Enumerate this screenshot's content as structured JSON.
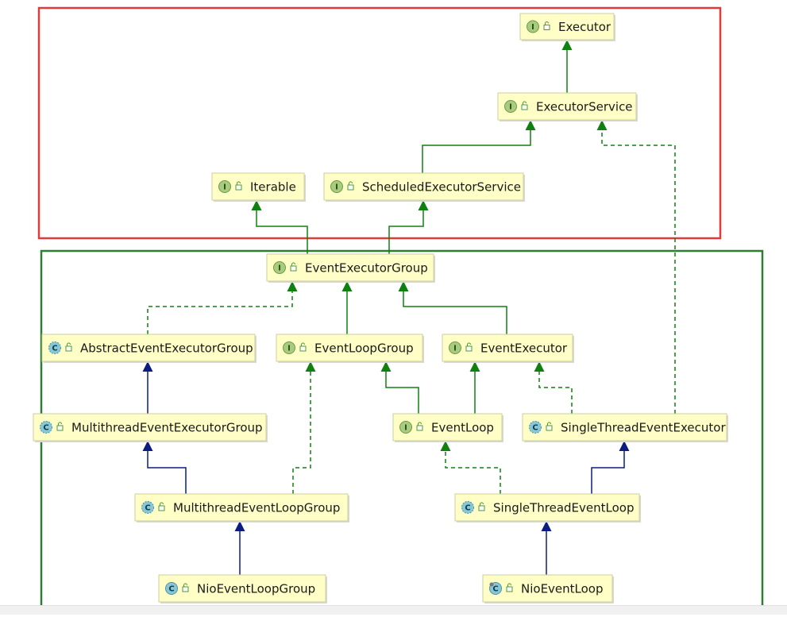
{
  "colors": {
    "interface_badge": "#a7cc7f",
    "class_badge": "#88c7d6",
    "node_fill": "#fefec6",
    "node_border": "#cfcfa0",
    "extends_line": "#108010",
    "implements_line": "#108010",
    "class_extends_line": "#0b1d80",
    "top_region_border": "#e03a3a",
    "bottom_region_border": "#2e7d32"
  },
  "nodes": [
    {
      "id": "executor",
      "label": "Executor",
      "kind": "interface",
      "badge": "I"
    },
    {
      "id": "executor_service",
      "label": "ExecutorService",
      "kind": "interface",
      "badge": "I"
    },
    {
      "id": "iterable",
      "label": "Iterable",
      "kind": "interface",
      "badge": "I"
    },
    {
      "id": "scheduled_executor_service",
      "label": "ScheduledExecutorService",
      "kind": "interface",
      "badge": "I"
    },
    {
      "id": "event_executor_group",
      "label": "EventExecutorGroup",
      "kind": "interface",
      "badge": "I"
    },
    {
      "id": "abstract_event_executor_group",
      "label": "AbstractEventExecutorGroup",
      "kind": "abstract-class",
      "badge": "C"
    },
    {
      "id": "event_loop_group",
      "label": "EventLoopGroup",
      "kind": "interface",
      "badge": "I"
    },
    {
      "id": "event_executor",
      "label": "EventExecutor",
      "kind": "interface",
      "badge": "I"
    },
    {
      "id": "multithread_event_executor_group",
      "label": "MultithreadEventExecutorGroup",
      "kind": "abstract-class",
      "badge": "C"
    },
    {
      "id": "event_loop",
      "label": "EventLoop",
      "kind": "interface",
      "badge": "I"
    },
    {
      "id": "single_thread_event_executor",
      "label": "SingleThreadEventExecutor",
      "kind": "abstract-class",
      "badge": "C"
    },
    {
      "id": "multithread_event_loop_group",
      "label": "MultithreadEventLoopGroup",
      "kind": "abstract-class",
      "badge": "C"
    },
    {
      "id": "single_thread_event_loop",
      "label": "SingleThreadEventLoop",
      "kind": "abstract-class",
      "badge": "C"
    },
    {
      "id": "nio_event_loop_group",
      "label": "NioEventLoopGroup",
      "kind": "class",
      "badge": "C"
    },
    {
      "id": "nio_event_loop",
      "label": "NioEventLoop",
      "kind": "final-class",
      "badge": "C"
    }
  ],
  "edges": [
    {
      "from": "executor_service",
      "to": "executor",
      "style": "extends"
    },
    {
      "from": "scheduled_executor_service",
      "to": "executor_service",
      "style": "extends"
    },
    {
      "from": "event_executor_group",
      "to": "iterable",
      "style": "extends"
    },
    {
      "from": "event_executor_group",
      "to": "scheduled_executor_service",
      "style": "extends"
    },
    {
      "from": "abstract_event_executor_group",
      "to": "event_executor_group",
      "style": "implements"
    },
    {
      "from": "event_loop_group",
      "to": "event_executor_group",
      "style": "extends"
    },
    {
      "from": "event_executor",
      "to": "event_executor_group",
      "style": "extends"
    },
    {
      "from": "multithread_event_executor_group",
      "to": "abstract_event_executor_group",
      "style": "class-extends"
    },
    {
      "from": "event_loop",
      "to": "event_loop_group",
      "style": "extends"
    },
    {
      "from": "event_loop",
      "to": "event_executor",
      "style": "extends"
    },
    {
      "from": "single_thread_event_executor",
      "to": "event_executor",
      "style": "implements"
    },
    {
      "from": "single_thread_event_executor",
      "to": "executor_service",
      "style": "implements"
    },
    {
      "from": "multithread_event_loop_group",
      "to": "multithread_event_executor_group",
      "style": "class-extends"
    },
    {
      "from": "multithread_event_loop_group",
      "to": "event_loop_group",
      "style": "implements"
    },
    {
      "from": "single_thread_event_loop",
      "to": "single_thread_event_executor",
      "style": "class-extends"
    },
    {
      "from": "single_thread_event_loop",
      "to": "event_loop",
      "style": "implements"
    },
    {
      "from": "nio_event_loop_group",
      "to": "multithread_event_loop_group",
      "style": "class-extends"
    },
    {
      "from": "nio_event_loop",
      "to": "single_thread_event_loop",
      "style": "class-extends"
    }
  ]
}
